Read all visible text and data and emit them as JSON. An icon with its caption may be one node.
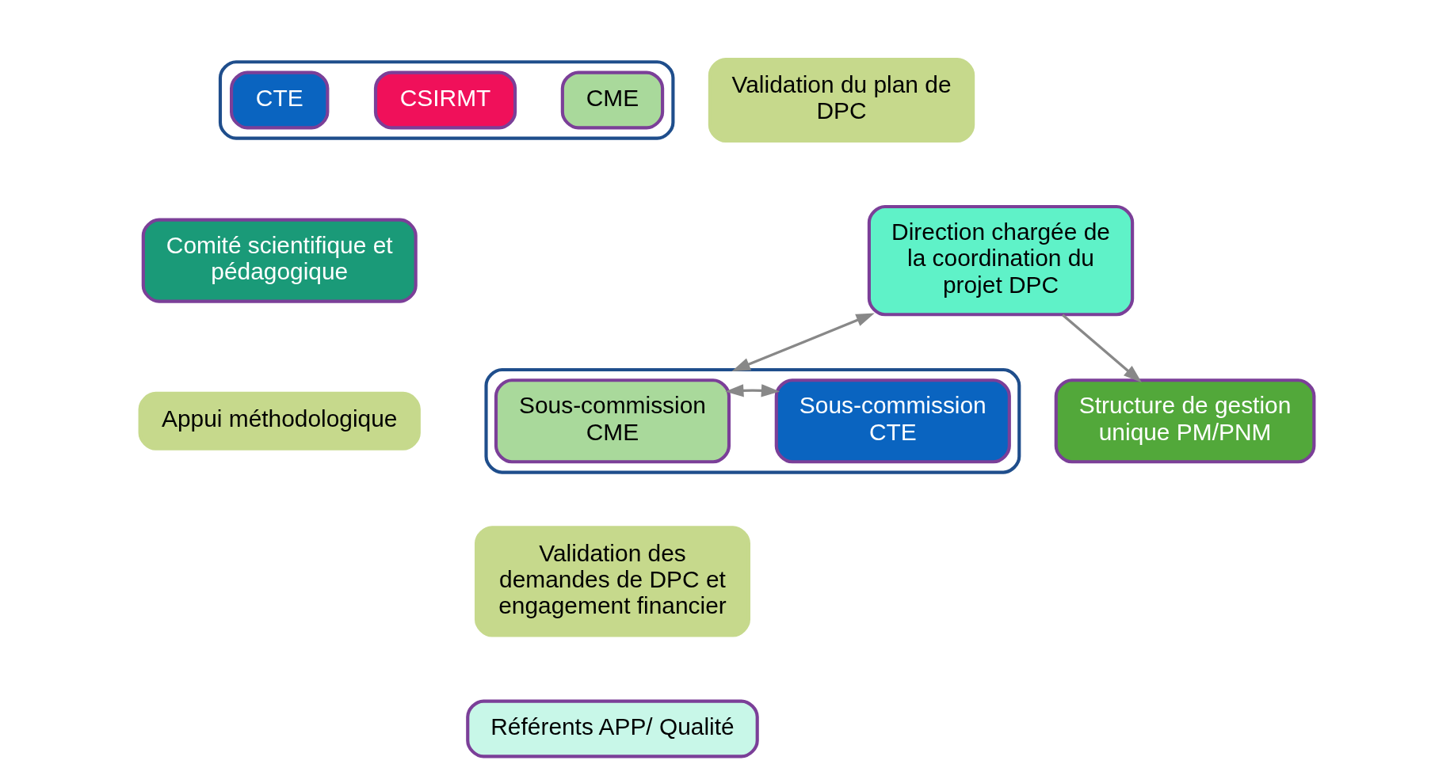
{
  "diagram": {
    "nodes": [
      {
        "text": [],
        "shape": "box"
      },
      {
        "text": [
          "CME"
        ],
        "in": 0
      },
      {
        "text": [
          "CTE"
        ],
        "in": 0
      },
      {
        "text": [
          "CSIRMT"
        ],
        "in": 0
      },
      {
        "text": [
          "Validation du plan de DPC"
        ]
      },
      {
        "text": [
          "Comité scientifique et pédagogique"
        ]
      },
      {
        "text": [
          "Appui méthodologique"
        ]
      },
      {
        "text": [
          "Direction chargée de la coordination du projet DPC"
        ]
      },
      {
        "text": [],
        "shape": "box"
      },
      {
        "text": [
          "Sous-commission",
          "CME"
        ],
        "in": 8
      },
      {
        "text": [
          "Sous-commission",
          "CTE"
        ],
        "in": 8
      },
      {
        "text": [
          "Validation des demandes de DPC et engagement financier"
        ]
      },
      {
        "text": [
          "Structure de gestion unique PM/PNM"
        ]
      },
      {
        "text": [
          "Référents APP/ Qualité"
        ]
      }
    ],
    "edges": [
      {
        "from": 7,
        "to": 8,
        "arrow": "both"
      },
      {
        "from": 9,
        "to": 10,
        "arrow": "both"
      },
      {
        "from": 7,
        "to": 12,
        "arrow": "to"
      }
    ]
  }
}
